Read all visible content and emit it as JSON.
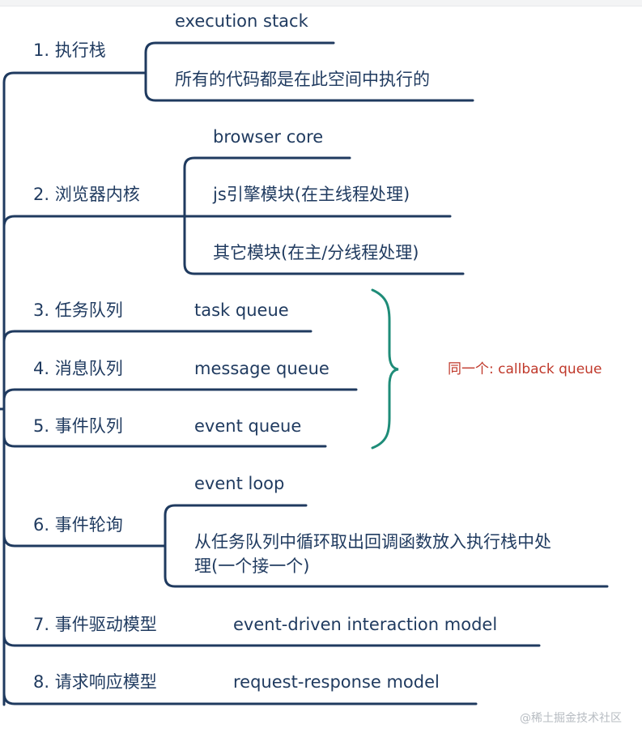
{
  "colors": {
    "line": "#1f3a5f",
    "brace": "#1e8c78",
    "note": "#c0392b",
    "watermark": "#b7bcc2"
  },
  "items": [
    {
      "label": "1. 执行栈",
      "details": [
        "execution stack",
        "所有的代码都是在此空间中执行的"
      ]
    },
    {
      "label": "2. 浏览器内核",
      "details": [
        "browser core",
        "js引擎模块(在主线程处理)",
        "其它模块(在主/分线程处理)"
      ]
    },
    {
      "label": "3. 任务队列",
      "details": [
        "task queue"
      ]
    },
    {
      "label": "4. 消息队列",
      "details": [
        "message queue"
      ]
    },
    {
      "label": "5. 事件队列",
      "details": [
        "event queue"
      ]
    },
    {
      "label": "6. 事件轮询",
      "details": [
        "event loop",
        "从任务队列中循环取出回调函数放入执行栈中处",
        "理(一个接一个)"
      ]
    },
    {
      "label": "7. 事件驱动模型",
      "details": [
        "event-driven interaction model"
      ]
    },
    {
      "label": "8. 请求响应模型",
      "details": [
        "request-response model"
      ]
    }
  ],
  "brace_note": "同一个: callback queue",
  "watermark": "@稀土掘金技术社区"
}
